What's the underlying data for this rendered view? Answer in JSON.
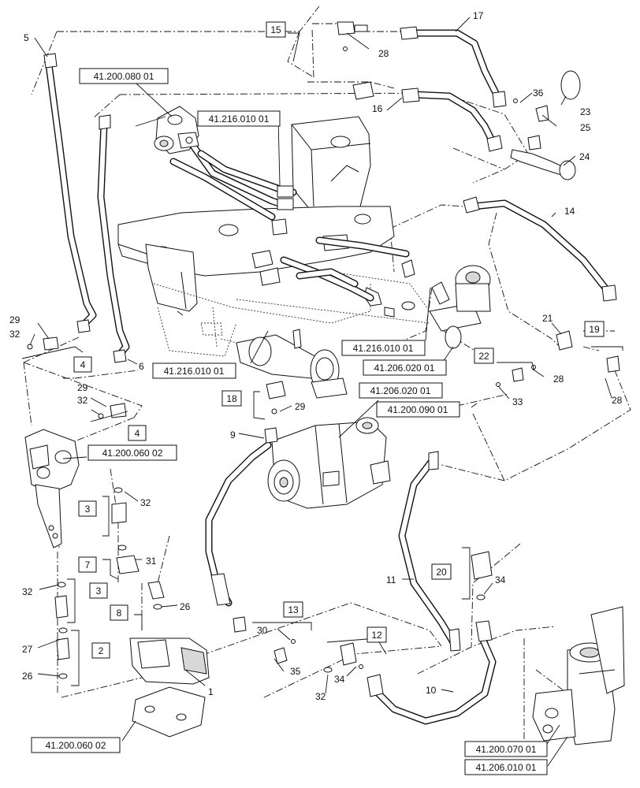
{
  "references": {
    "ref_hose_5": "41.200.080 01",
    "ref_valve_top": "41.216.010 01",
    "ref_frame_right": "41.216.010 01",
    "ref_cylinder": "41.216.010 01",
    "ref_axle": "41.206.020 01",
    "ref_pump": "41.206.020 01",
    "ref_hose_bottom": "41.200.090 01",
    "ref_valve_left": "41.200.060 02",
    "ref_valve_bottom": "41.200.060 02",
    "ref_motor_1": "41.200.070 01",
    "ref_motor_2": "41.206.010 01"
  },
  "boxed_items": {
    "b15": "15",
    "b19": "19",
    "b22": "22",
    "b18": "18",
    "b4a": "4",
    "b4b": "4",
    "b3a": "3",
    "b7": "7",
    "b3b": "3",
    "b8": "8",
    "b2": "2",
    "b13": "13",
    "b12": "12",
    "b20": "20"
  },
  "callouts": {
    "c17": "17",
    "c28a": "28",
    "c36": "36",
    "c23": "23",
    "c16": "16",
    "c25": "25",
    "c24": "24",
    "c14": "14",
    "c5": "5",
    "c21": "21",
    "c28b": "28",
    "c28c": "28",
    "c33": "33",
    "c29a": "29",
    "c32a": "32",
    "c6": "6",
    "c29b": "29",
    "c32b": "32",
    "c29c": "29",
    "c9": "9",
    "c32c": "32",
    "c31": "31",
    "c32d": "32",
    "c26a": "26",
    "c27": "27",
    "c26b": "26",
    "c1": "1",
    "c30": "30",
    "c35": "35",
    "c34a": "34",
    "c32e": "32",
    "c11": "11",
    "c34b": "34",
    "c10": "10"
  }
}
